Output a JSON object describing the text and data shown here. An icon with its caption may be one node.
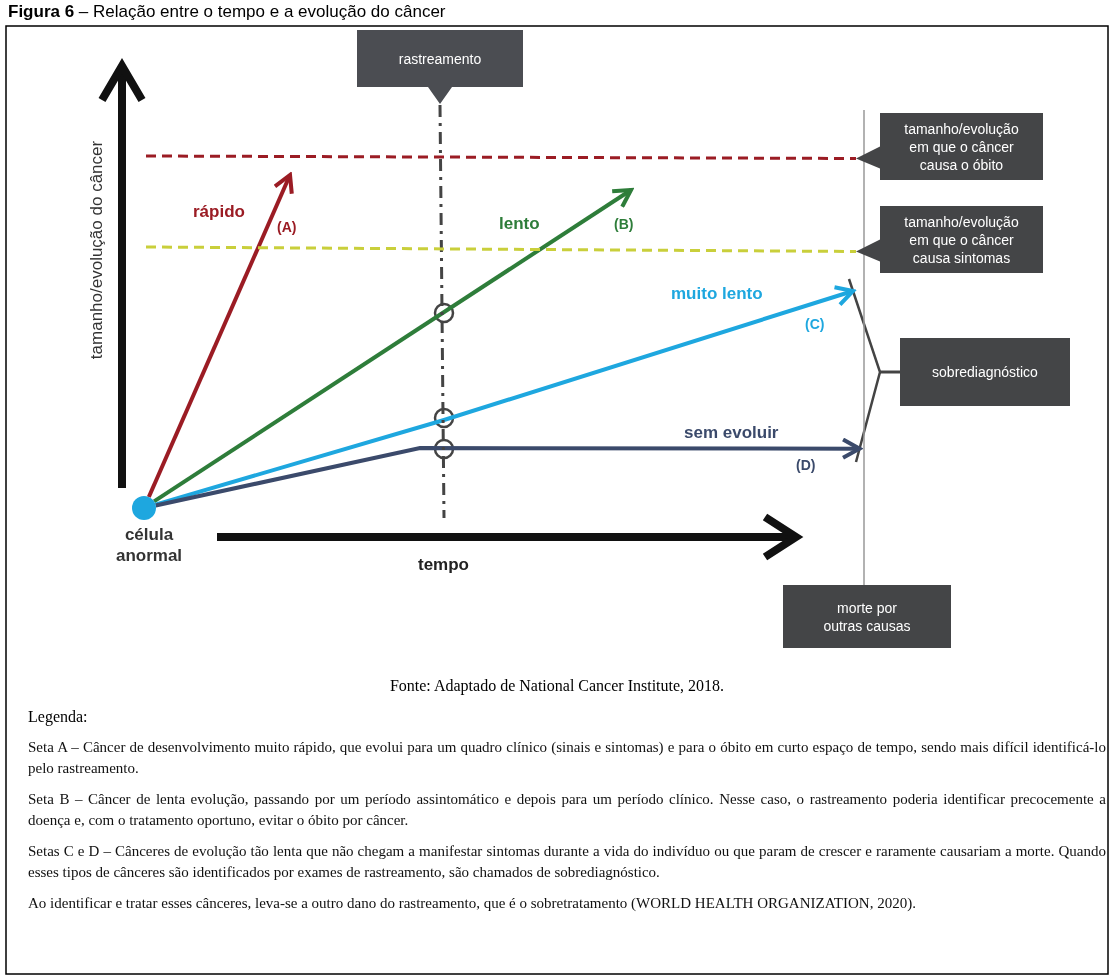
{
  "diagram": {
    "title": "**Figura 6** – Relação entre o tempo e a evolução do câncer",
    "caption": "Fonte: Adaptado de National Cancer Institute, 2018.",
    "nodes": [
      {
        "text": [
          "célula anormal"
        ]
      },
      {
        "text": [
          "rastreamento"
        ]
      },
      {
        "text": [
          "tamanho/evolução em que o câncer causa o óbito"
        ]
      },
      {
        "text": [
          "tamanho/evolução em que o câncer causa sintomas"
        ]
      },
      {
        "text": [
          "sobrediagnóstico"
        ]
      },
      {
        "text": [
          "morte por outras causas"
        ]
      },
      {
        "text": [],
        "shape": "bracket"
      }
    ],
    "edges": [
      {
        "from": 0,
        "to": null,
        "arrow": "to",
        "color": "#9b1c24",
        "label": "rápido"
      },
      {
        "from": 0,
        "to": null,
        "arrow": "to",
        "color": "#2e7d3a",
        "label": "lento"
      },
      {
        "from": 0,
        "to": 6,
        "arrow": "to",
        "color": "#1ea7df",
        "label": "muito lento"
      },
      {
        "from": 0,
        "to": 6,
        "arrow": "to",
        "color": "#3b4a6b",
        "label": "sem evoluir"
      },
      {
        "from": 1,
        "to": null,
        "arrow": "none",
        "style": "dashed",
        "color": "#444444"
      },
      {
        "from": null,
        "to": 2,
        "arrow": "none",
        "style": "dashed",
        "color": "#9b1c24"
      },
      {
        "from": null,
        "to": 3,
        "arrow": "none",
        "style": "dashed",
        "color": "#c9cf3b"
      },
      {
        "from": 5,
        "to": null,
        "arrow": "none",
        "color": "#999999"
      },
      {
        "from": 4,
        "to": 6,
        "arrow": "none",
        "color": "#444444"
      }
    ],
    "labels": [
      "tamanho/evolução do câncer",
      "(A)",
      "(B)",
      "(C)",
      "(D)",
      "tempo",
      "Legenda:",
      "Seta A – Câncer de desenvolvimento muito rápido, que evolui para um quadro clínico (sinais e sintomas) e para o óbito em curto espaço de tempo, sendo mais difícil identificá-lo pelo rastreamento.",
      "Seta B – Câncer de lenta evolução, passando por um período assintomático e depois para um período clínico. Nesse caso, o rastreamento poderia identificar precocemente a doença e, com o tratamento oportuno, evitar o óbito por câncer.",
      "Setas C e D – Cânceres de evolução tão lenta que não chegam a manifestar sintomas durante a vida do indivíduo ou que param de crescer e raramente causariam a morte. Quando esses tipos de cânceres são identificados por exames de rastreamento, são chamados de sobrediagnóstico.",
      "Ao identificar e tratar esses cânceres, leva-se a outro dano do rastreamento, que é o sobretratamento (WORLD HEALTH ORGANIZATION, 2020)."
    ]
  }
}
